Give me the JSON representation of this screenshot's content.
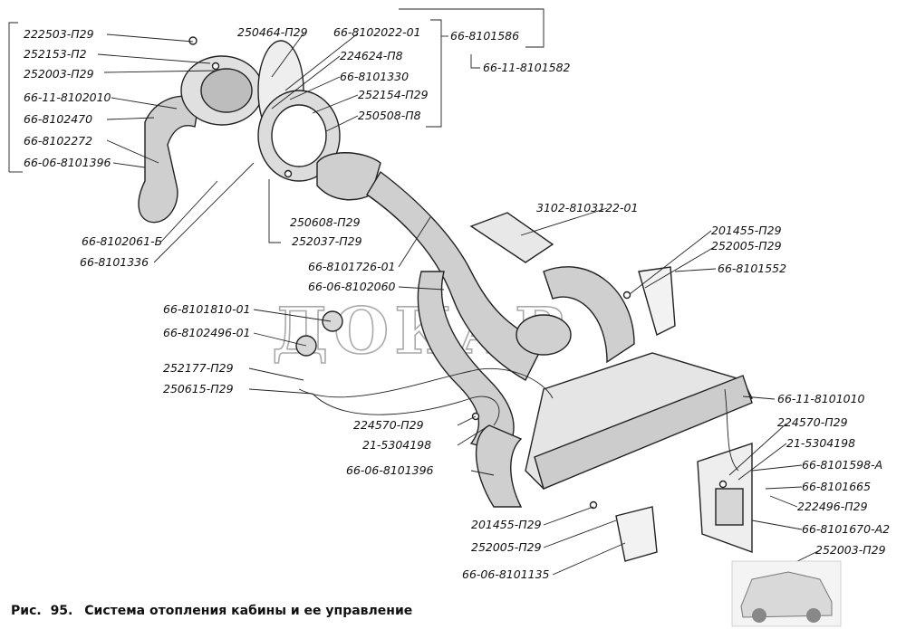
{
  "caption": {
    "prefix": "Рис.",
    "number": "95.",
    "title": "Система отопления кабины и ее управление"
  },
  "watermark": "ДОКАВ",
  "labels": {
    "l222503": "222503-П29",
    "l252153": "252153-П2",
    "l252003a": "252003-П29",
    "l668102010": "66-11-8102010",
    "l668102470": "66-8102470",
    "l668102272": "66-8102272",
    "l6606_8101396a": "66-06-8101396",
    "l250464": "250464-П29",
    "l668102022": "66-8102022-01",
    "l668101586": "66-8101586",
    "l6611_8101582": "66-11-8101582",
    "l224624": "224624-П8",
    "l668101330": "66-8101330",
    "l252154": "252154-П29",
    "l250508": "250508-П8",
    "l3102": "3102-8103122-01",
    "l250608": "250608-П29",
    "l252037": "252037-П29",
    "l668102061": "66-8102061-Б",
    "l668101336": "66-8101336",
    "l668101726": "66-8101726-01",
    "l6606_8102060": "66-06-8102060",
    "l668101810": "66-8101810-01",
    "l668102496": "66-8102496-01",
    "l252177": "252177-П29",
    "l250615": "250615-П29",
    "l224570a": "224570-П29",
    "l21_5304198a": "21-5304198",
    "l6606_8101396b": "66-06-8101396",
    "l201455a": "201455-П29",
    "l252005a": "252005-П29",
    "l668101552": "66-8101552",
    "l6611_8101010": "66-11-8101010",
    "l224570b": "224570-П29",
    "l21_5304198b": "21-5304198",
    "l668101598": "66-8101598-А",
    "l668101665": "66-8101665",
    "l222496": "222496-П29",
    "l668101670": "66-8101670-А2",
    "l252003b": "252003-П29",
    "l201455b": "201455-П29",
    "l252005b": "252005-П29",
    "l6606_8101135": "66-06-8101135"
  },
  "colors": {
    "ink": "#111111",
    "hose_fill": "#cfcfcf",
    "watermark": "#aaaaaa"
  }
}
